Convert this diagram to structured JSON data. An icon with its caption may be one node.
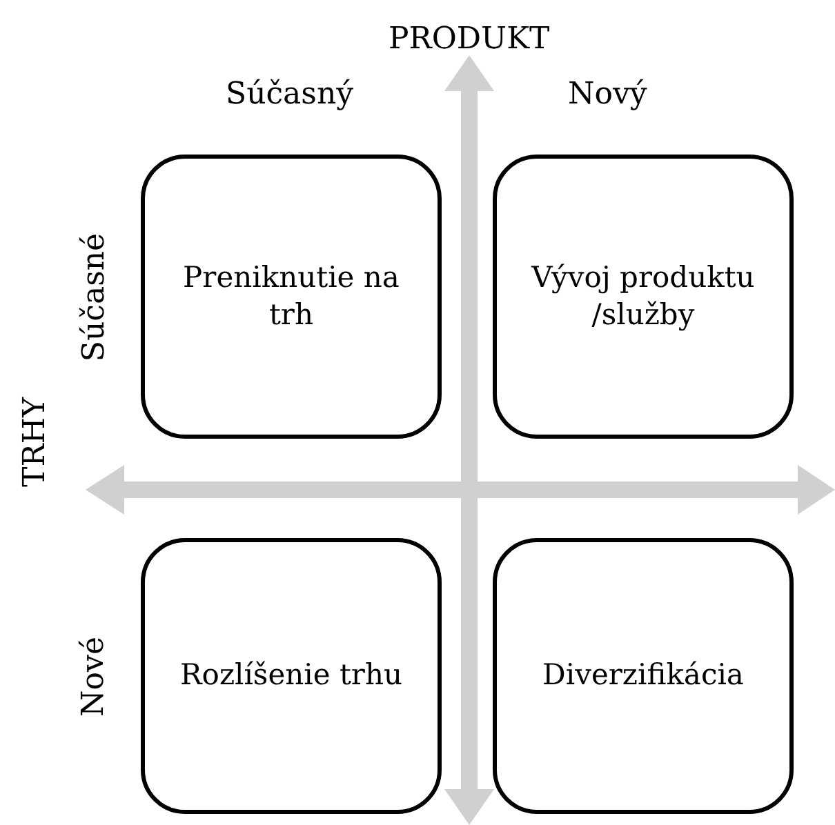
{
  "diagram": {
    "nodes": [
      {
        "text": [
          "Preniknutie na trh"
        ]
      },
      {
        "text": [
          "Vývoj produktu /služby"
        ]
      },
      {
        "text": [
          "Rozlíšenie trhu"
        ]
      },
      {
        "text": [
          "Diverzifikácia"
        ]
      }
    ],
    "labels": [
      "PRODUKT",
      "Súčasný",
      "Nový",
      "TRHY",
      "Súčasné",
      "Nové"
    ]
  }
}
